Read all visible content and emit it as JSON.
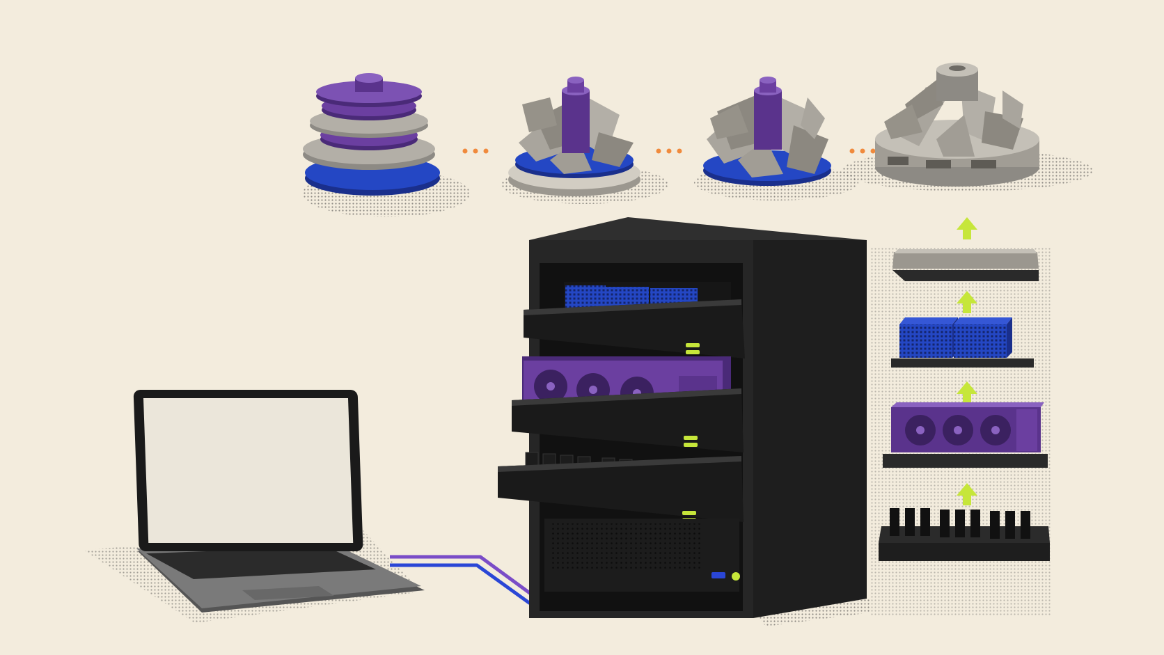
{
  "colors": {
    "background": "#f3ecdd",
    "rack_dark": "#1e1e1e",
    "rack_mid": "#2b2b2b",
    "storage_blue": "#2447c4",
    "gpu_purple": "#6b3fa0",
    "concrete_gray": "#a9a59d",
    "accent_green": "#c6e63a",
    "dots_orange": "#f08a3c",
    "cable_purple": "#7a4cc7",
    "cable_blue": "#2a46d6"
  },
  "stages": [
    {
      "id": "stage-1",
      "icon": "stacked-discs-icon"
    },
    {
      "id": "stage-2",
      "icon": "partial-impeller-icon"
    },
    {
      "id": "stage-3",
      "icon": "near-complete-impeller-icon"
    },
    {
      "id": "stage-4",
      "icon": "finished-impeller-icon"
    }
  ],
  "components": [
    {
      "id": "component-concrete-slab",
      "icon": "slab-icon"
    },
    {
      "id": "component-storage-blocks",
      "icon": "storage-block-icon"
    },
    {
      "id": "component-gpu-card",
      "icon": "gpu-card-icon"
    },
    {
      "id": "component-memory-modules",
      "icon": "memory-module-icon"
    }
  ]
}
